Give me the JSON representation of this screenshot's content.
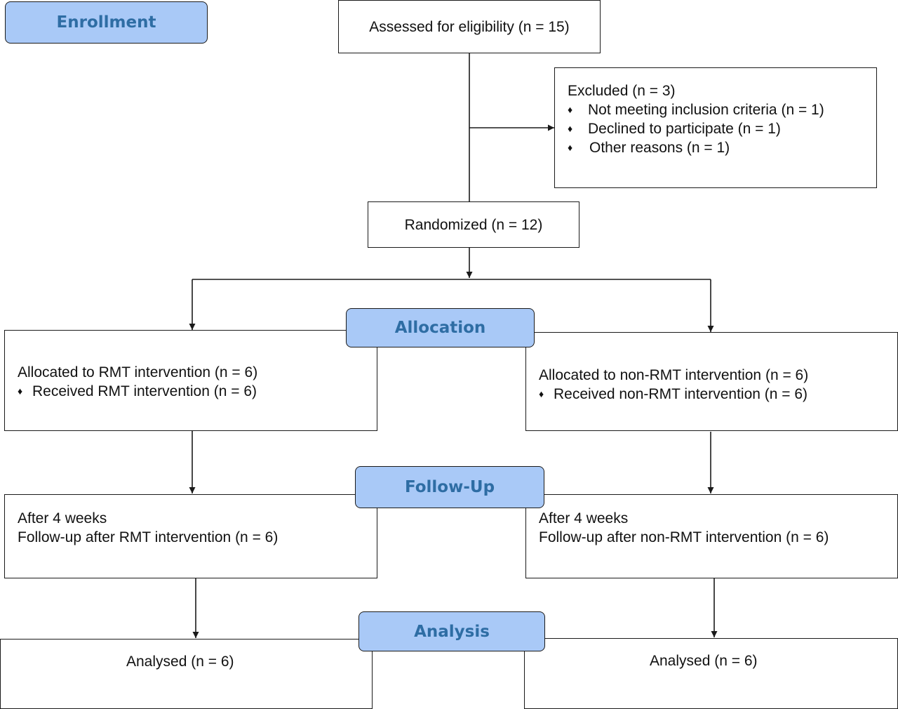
{
  "stages": {
    "enrollment": "Enrollment",
    "allocation": "Allocation",
    "follow_up": "Follow-Up",
    "analysis": "Analysis"
  },
  "assessed": "Assessed for eligibility (n = 15)",
  "excluded": {
    "title": "Excluded (n = 3)",
    "bullet_symbol": "♦",
    "reasons": [
      "Not meeting inclusion criteria (n = 1)",
      "Declined to participate (n = 1)",
      "Other reasons (n = 1)"
    ]
  },
  "randomized": "Randomized (n = 12)",
  "left_arm": {
    "allocated": "Allocated to RMT intervention (n = 6)",
    "received": "Received RMT intervention (n = 6)",
    "followup_period": "After 4 weeks",
    "followup": "Follow-up after RMT intervention (n = 6)",
    "analysed": "Analysed (n = 6)"
  },
  "right_arm": {
    "allocated": "Allocated to non-RMT intervention (n = 6)",
    "received": "Received non-RMT intervention (n = 6)",
    "followup_period": "After 4 weeks",
    "followup": "Follow-up after non-RMT intervention (n = 6)",
    "analysed": "Analysed (n = 6)"
  },
  "colors": {
    "stage_fill": "#a9c9f7",
    "stage_text": "#2e6da4",
    "line": "#1a1a1a"
  }
}
